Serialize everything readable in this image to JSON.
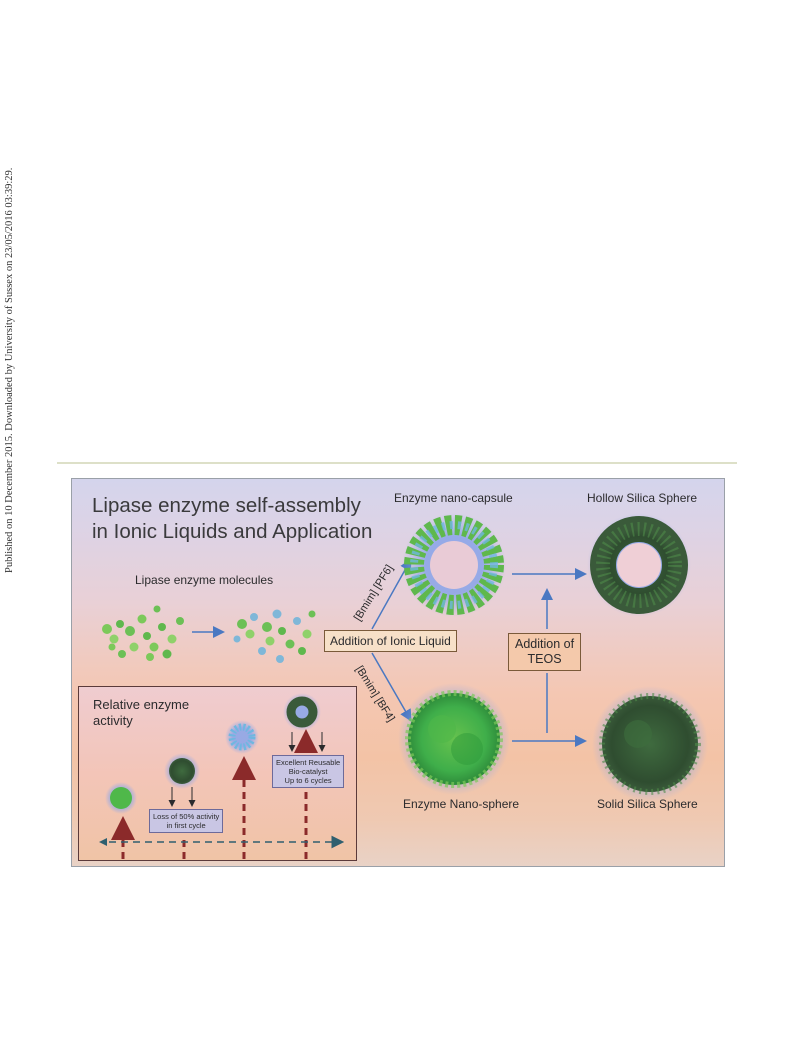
{
  "sidebar": {
    "text": "Published on 10 December 2015. Downloaded by University of Sussex on 23/05/2016 03:39:29."
  },
  "figure": {
    "title_line1": "Lipase enzyme self-assembly",
    "title_line2": "in Ionic Liquids and Application",
    "molecules_label": "Lipase enzyme molecules",
    "ionic_liquid_box": "Addition of Ionic Liquid",
    "il_upper": "[Bmim] [PF6]",
    "il_lower": "[Bmim] [BF4]",
    "teos_line1": "Addition of",
    "teos_line2": "TEOS",
    "nanocapsule_label": "Enzyme nano-capsule",
    "hollow_label": "Hollow Silica Sphere",
    "nanosphere_label": "Enzyme Nano-sphere",
    "solid_label": "Solid Silica Sphere",
    "inset": {
      "title_line1": "Relative enzyme",
      "title_line2": "activity",
      "note1_line1": "Loss of 50% activity",
      "note1_line2": "in first cycle",
      "note2_line1": "Excellent Reusable",
      "note2_line2": "Bio-catalyst",
      "note2_line3": "Up to 6 cycles"
    },
    "colors": {
      "arrow_blue": "#4a78c2",
      "inset_arrow_red": "#8b2a2a",
      "enzyme_green": "#3fae4a",
      "silica_dark": "#3a5a3a",
      "glow_blue": "#8ea6e8"
    }
  }
}
